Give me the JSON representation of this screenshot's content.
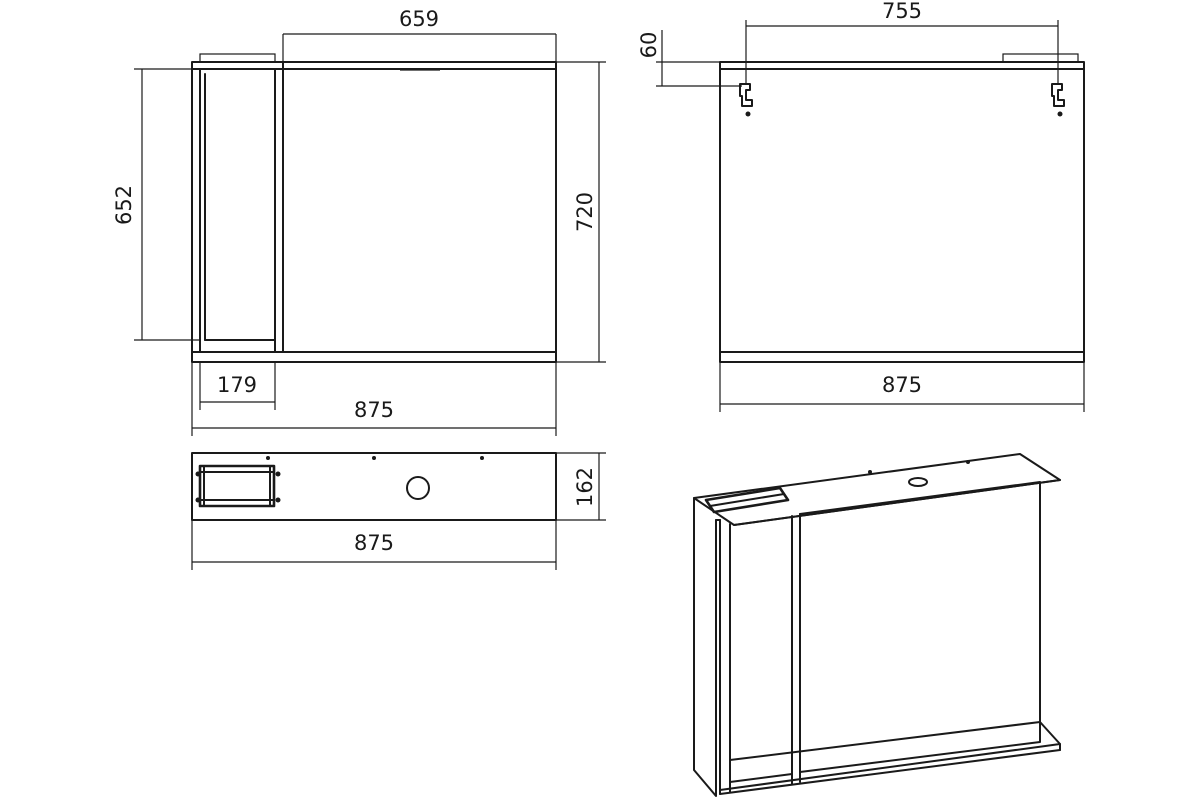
{
  "dimensions": {
    "front_top_width": "659",
    "front_height_left": "652",
    "front_height_right": "720",
    "front_section_width": "179",
    "front_total_width": "875",
    "back_hook_spacing": "755",
    "back_hook_offset": "60",
    "back_total_width": "875",
    "top_depth": "162",
    "top_total_width": "875"
  }
}
